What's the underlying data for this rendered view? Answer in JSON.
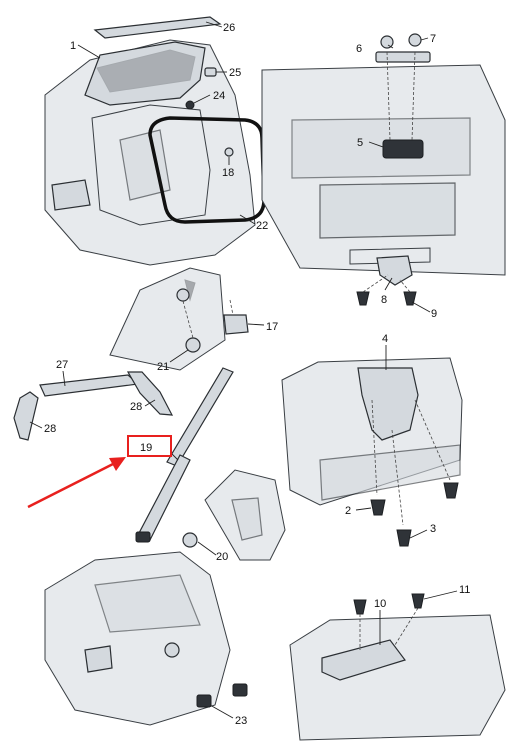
{
  "callouts": {
    "c1": "1",
    "c2": "2",
    "c3": "3",
    "c4": "4",
    "c5": "5",
    "c6": "6",
    "c7": "7",
    "c8": "8",
    "c9": "9",
    "c10": "10",
    "c11": "11",
    "c17": "17",
    "c18": "18",
    "c19": "19",
    "c20": "20",
    "c21": "21",
    "c22": "22",
    "c23": "23",
    "c24": "24",
    "c25": "25",
    "c26": "26",
    "c27": "27",
    "c28a": "28",
    "c28b": "28"
  },
  "colors": {
    "highlight": "#e8201e",
    "line": "#222222",
    "part_fill": "#d4d9de",
    "panel_fill": "#e7eaed"
  }
}
